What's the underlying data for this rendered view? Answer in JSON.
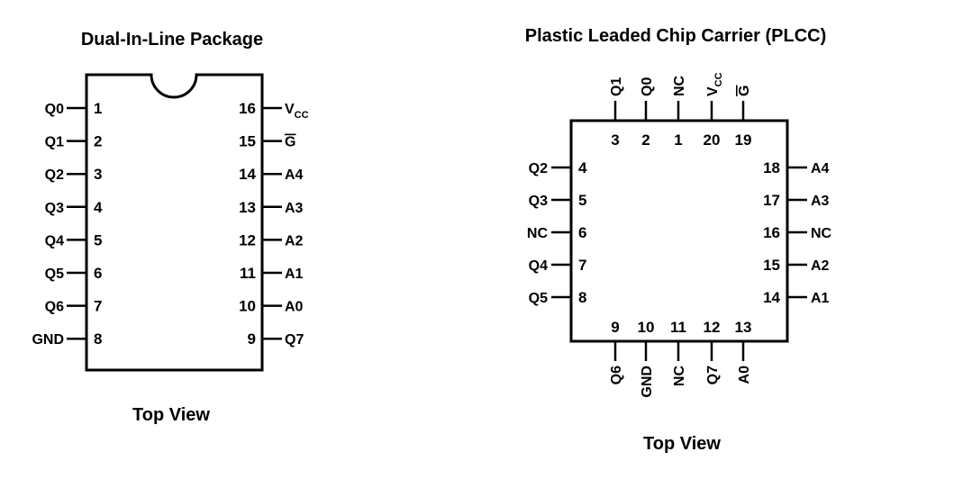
{
  "dip": {
    "title": "Dual-In-Line Package",
    "caption": "Top View",
    "left_pins": [
      {
        "num": "1",
        "label": "Q0"
      },
      {
        "num": "2",
        "label": "Q1"
      },
      {
        "num": "3",
        "label": "Q2"
      },
      {
        "num": "4",
        "label": "Q3"
      },
      {
        "num": "5",
        "label": "Q4"
      },
      {
        "num": "6",
        "label": "Q5"
      },
      {
        "num": "7",
        "label": "Q6"
      },
      {
        "num": "8",
        "label": "GND"
      }
    ],
    "right_pins": [
      {
        "num": "16",
        "label": "V",
        "sub": "CC"
      },
      {
        "num": "15",
        "label": "G",
        "overline": true
      },
      {
        "num": "14",
        "label": "A4"
      },
      {
        "num": "13",
        "label": "A3"
      },
      {
        "num": "12",
        "label": "A2"
      },
      {
        "num": "11",
        "label": "A1"
      },
      {
        "num": "10",
        "label": "A0"
      },
      {
        "num": "9",
        "label": "Q7"
      }
    ]
  },
  "plcc": {
    "title": "Plastic Leaded Chip Carrier (PLCC)",
    "caption": "Top View",
    "top_pins": [
      {
        "num": "3",
        "label": "Q1"
      },
      {
        "num": "2",
        "label": "Q0"
      },
      {
        "num": "1",
        "label": "NC"
      },
      {
        "num": "20",
        "label": "V",
        "sub": "CC"
      },
      {
        "num": "19",
        "label": "G",
        "overline": true
      }
    ],
    "left_pins": [
      {
        "num": "4",
        "label": "Q2"
      },
      {
        "num": "5",
        "label": "Q3"
      },
      {
        "num": "6",
        "label": "NC"
      },
      {
        "num": "7",
        "label": "Q4"
      },
      {
        "num": "8",
        "label": "Q5"
      }
    ],
    "right_pins": [
      {
        "num": "18",
        "label": "A4"
      },
      {
        "num": "17",
        "label": "A3"
      },
      {
        "num": "16",
        "label": "NC"
      },
      {
        "num": "15",
        "label": "A2"
      },
      {
        "num": "14",
        "label": "A1"
      }
    ],
    "bottom_pins": [
      {
        "num": "9",
        "label": "Q6"
      },
      {
        "num": "10",
        "label": "GND"
      },
      {
        "num": "11",
        "label": "NC"
      },
      {
        "num": "12",
        "label": "Q7"
      },
      {
        "num": "13",
        "label": "A0"
      }
    ]
  }
}
